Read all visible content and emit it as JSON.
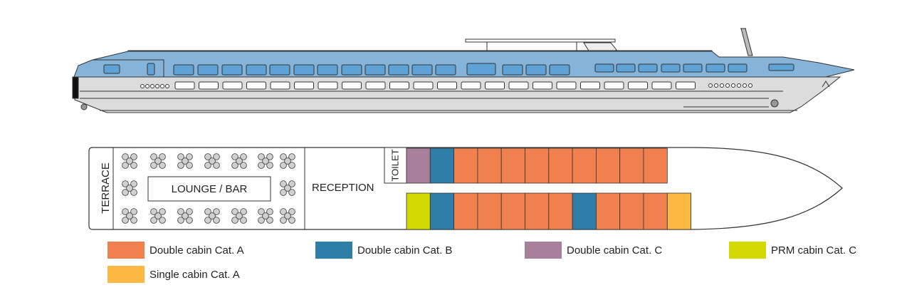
{
  "deck_plan": {
    "terrace_label": "TERRACE",
    "lounge_label": "LOUNGE / BAR",
    "reception_label": "RECEPTION",
    "toilet_label": "TOILET",
    "cabins_top_row": [
      "C",
      "B",
      "A",
      "A",
      "A",
      "A",
      "A",
      "A",
      "A",
      "A",
      "A"
    ],
    "cabins_bottom_row": [
      "PRM",
      "B",
      "A",
      "A",
      "A",
      "A",
      "A",
      "B",
      "A",
      "A",
      "A",
      "S"
    ]
  },
  "legend": [
    {
      "key": "A",
      "label": "Double cabin Cat. A",
      "color": "#f0814f"
    },
    {
      "key": "B",
      "label": "Double cabin Cat. B",
      "color": "#2e7ea8"
    },
    {
      "key": "C",
      "label": "Double cabin Cat. C",
      "color": "#a9809b"
    },
    {
      "key": "PRM",
      "label": "PRM cabin Cat. C",
      "color": "#d2d800"
    },
    {
      "key": "S",
      "label": "Single cabin Cat. A",
      "color": "#fbb943"
    }
  ],
  "colors": {
    "hull_light_blue": "#86b4d9",
    "hull_grey": "#dcdcdc",
    "outline": "#333333"
  }
}
